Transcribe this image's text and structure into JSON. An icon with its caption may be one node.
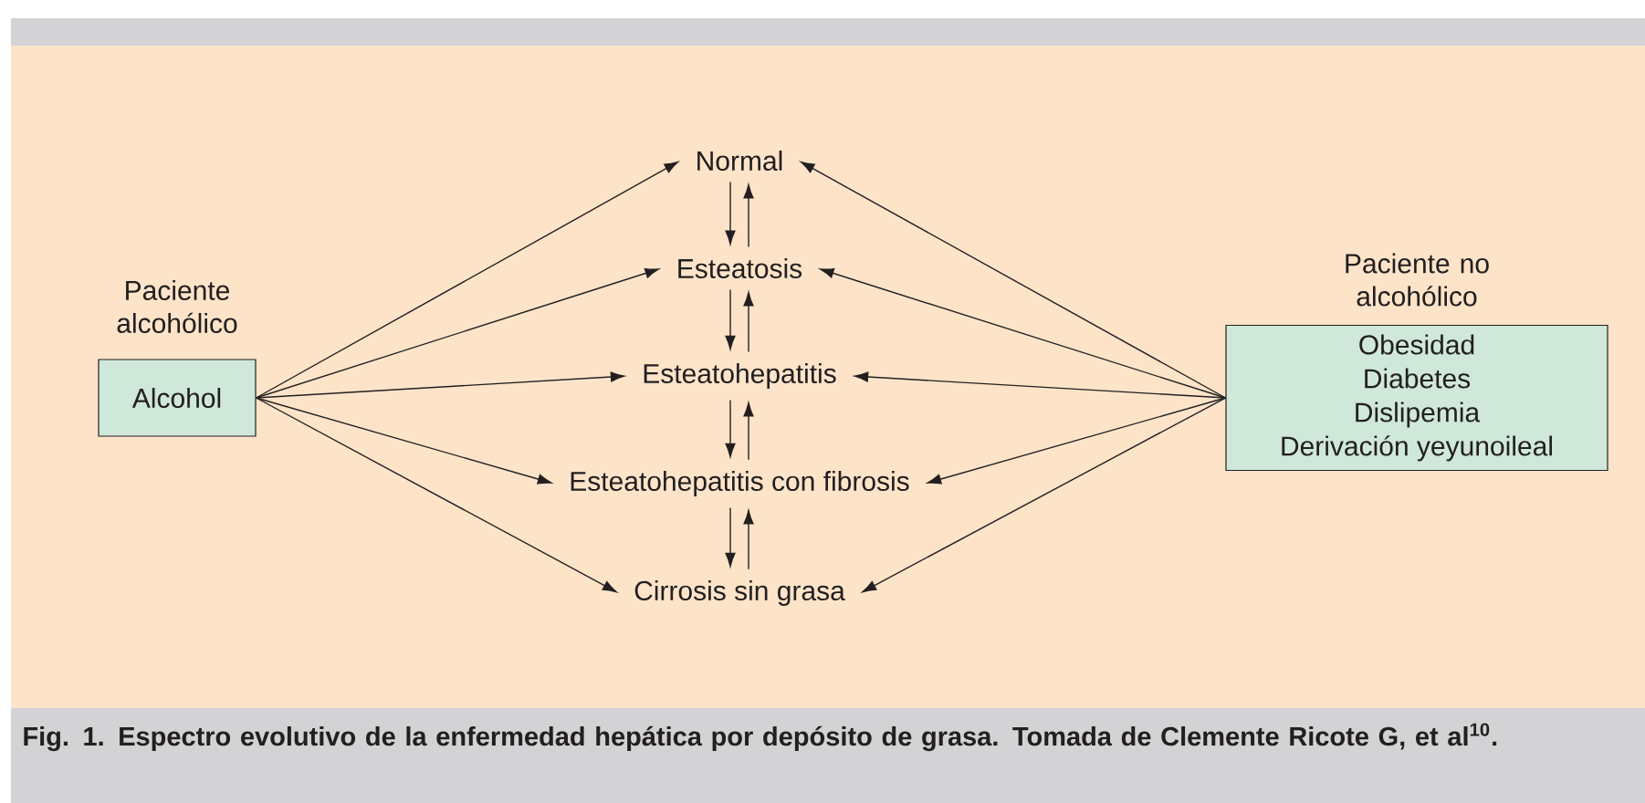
{
  "diagram": {
    "caption": "Fig. 1. Espectro evolutivo de la enfermedad hepática por depósito de grasa. Tomada de Clemente Ricote G, et al$^{10}$.",
    "nodes": [
      {
        "text": [
          "Paciente alcohólico",
          "Alcohol"
        ]
      },
      {
        "text": [
          "Normal"
        ]
      },
      {
        "text": [
          "Esteatosis"
        ]
      },
      {
        "text": [
          "Esteatohepatitis"
        ]
      },
      {
        "text": [
          "Esteatohepatitis con fibrosis"
        ]
      },
      {
        "text": [
          "Cirrosis sin grasa"
        ]
      },
      {
        "text": [
          "Paciente no alcohólico",
          "Obesidad",
          "Diabetes",
          "Dislipemia",
          "Derivación yeyunoileal"
        ]
      }
    ],
    "edges": [
      {
        "from": 0,
        "to": 1,
        "arrow": "to"
      },
      {
        "from": 0,
        "to": 2,
        "arrow": "to"
      },
      {
        "from": 0,
        "to": 3,
        "arrow": "to"
      },
      {
        "from": 0,
        "to": 4,
        "arrow": "to"
      },
      {
        "from": 0,
        "to": 5,
        "arrow": "to"
      },
      {
        "from": 6,
        "to": 1,
        "arrow": "to"
      },
      {
        "from": 6,
        "to": 2,
        "arrow": "to"
      },
      {
        "from": 6,
        "to": 3,
        "arrow": "to"
      },
      {
        "from": 6,
        "to": 4,
        "arrow": "to"
      },
      {
        "from": 6,
        "to": 5,
        "arrow": "to"
      },
      {
        "from": 1,
        "to": 2,
        "arrow": "to"
      },
      {
        "from": 2,
        "to": 1,
        "arrow": "to"
      },
      {
        "from": 2,
        "to": 3,
        "arrow": "to"
      },
      {
        "from": 3,
        "to": 2,
        "arrow": "to"
      },
      {
        "from": 3,
        "to": 4,
        "arrow": "to"
      },
      {
        "from": 4,
        "to": 3,
        "arrow": "to"
      },
      {
        "from": 4,
        "to": 5,
        "arrow": "to"
      },
      {
        "from": 5,
        "to": 4,
        "arrow": "to"
      }
    ]
  }
}
